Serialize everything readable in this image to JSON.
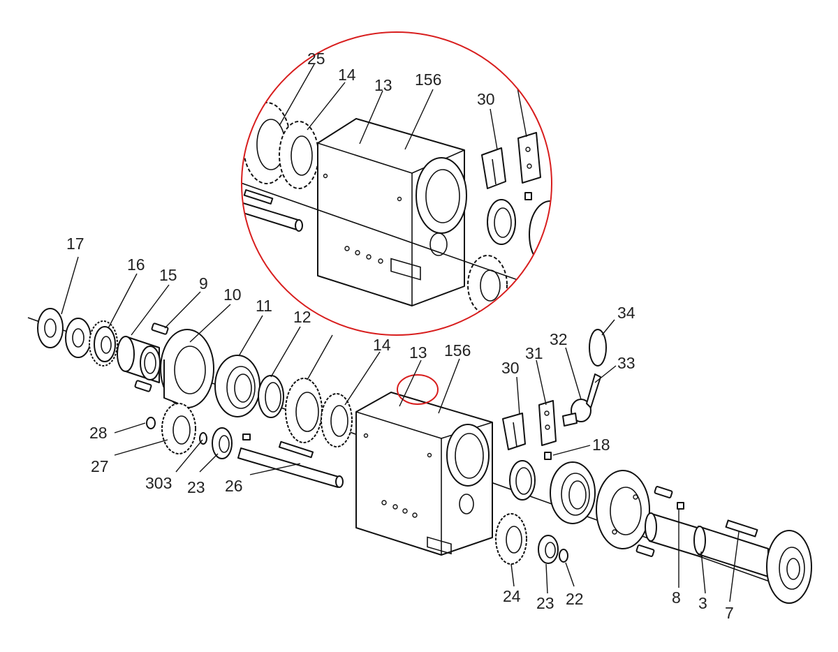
{
  "colors": {
    "line": "#111111",
    "highlight": "#d81e1e",
    "background": "#ffffff"
  },
  "callouts": {
    "main": {
      "p17": "17",
      "p16": "16",
      "p15": "15",
      "p9": "9",
      "p10": "10",
      "p11": "11",
      "p12": "12",
      "p14": "14",
      "p13": "13",
      "p156": "156",
      "p30": "30",
      "p31": "31",
      "p32": "32",
      "p34": "34",
      "p33": "33",
      "p18": "18",
      "p28": "28",
      "p27": "27",
      "p303": "303",
      "p23a": "23",
      "p26": "26",
      "p24": "24",
      "p23b": "23",
      "p22": "22",
      "p8": "8",
      "p3": "3",
      "p7": "7"
    },
    "zoom": {
      "p25": "25",
      "p14": "14",
      "p13": "13",
      "p156": "156",
      "p30": "30"
    }
  }
}
